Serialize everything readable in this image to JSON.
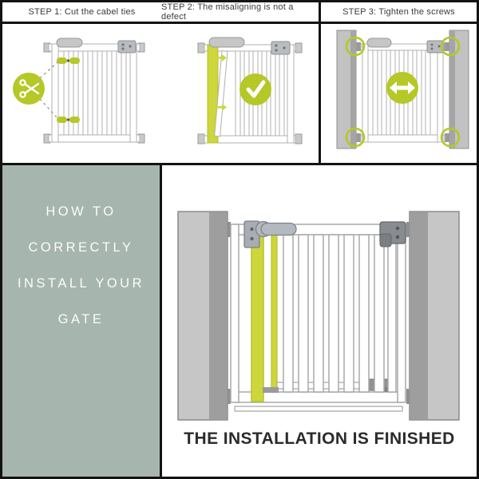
{
  "steps": [
    {
      "label": "STEP 1: Cut the cabel ties",
      "icon": "scissors-icon"
    },
    {
      "label": "STEP 2: The misaligning is not a defect",
      "icon": "checkmark-icon"
    },
    {
      "label": "STEP 3: Tighten the screws",
      "icon": "horizontal-arrows-icon"
    }
  ],
  "sidebar": {
    "line1": "HOW TO",
    "line2": "CORRECTLY",
    "line3": "INSTALL YOUR",
    "line4": "GATE"
  },
  "main": {
    "caption": "THE INSTALLATION IS FINISHED",
    "illustration": "installed-gate-between-walls"
  },
  "icons": {
    "step1": "scissors-icon",
    "step2": "checkmark-icon",
    "step3": "horizontal-arrows-icon"
  },
  "colors": {
    "accent_green": "#b5c827",
    "accent_yellow_bar": "#cdd63b",
    "sage_background": "#a6b5ad",
    "wall_gray_light": "#c6c6c6",
    "wall_gray_dark": "#9e9e9e",
    "outline_gray": "#b0b0b0",
    "bracket_gray": "#9aa0a6",
    "border_black": "#131313",
    "text_dark": "#2b2b2b",
    "text_header": "#3a3a3a",
    "text_on_sage": "#fbfcfb"
  }
}
